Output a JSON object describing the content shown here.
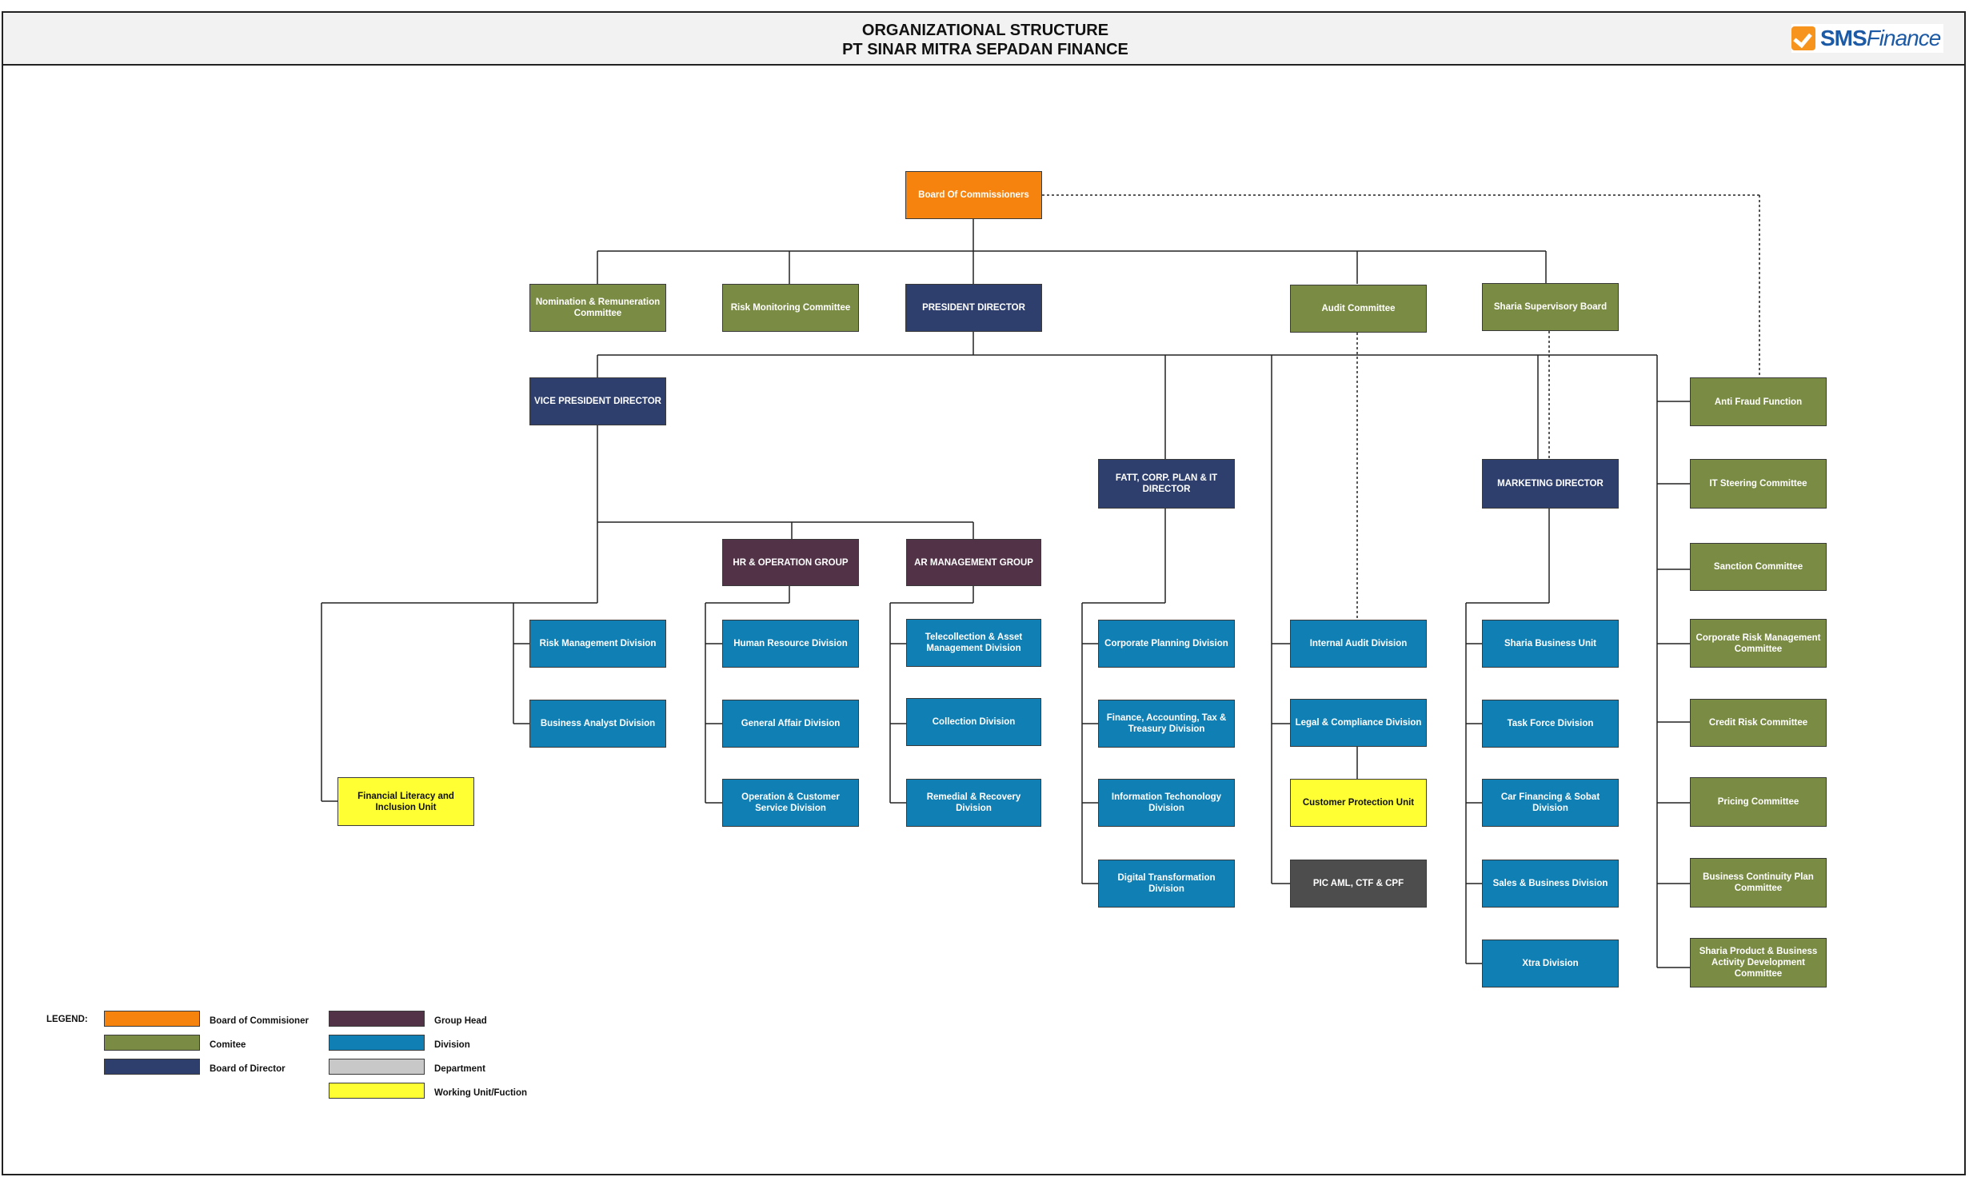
{
  "header": {
    "title_line1": "ORGANIZATIONAL STRUCTURE",
    "title_line2": "PT SINAR MITRA SEPADAN FINANCE",
    "logo_part1": "SMS",
    "logo_part2": "Finance"
  },
  "colors": {
    "board": "#f7830f",
    "committee": "#7a8c44",
    "director": "#2e3f6e",
    "group": "#523247",
    "division": "#0f7fb4",
    "department": "#c8c8c8",
    "unit": "#ffff33",
    "pic": "#4d4d4d"
  },
  "nodes": {
    "board_of_commissioners": "Board Of Commissioners",
    "nomination_remuneration": "Nomination & Remuneration Committee",
    "risk_monitoring": "Risk Monitoring Committee",
    "president_director": "PRESIDENT DIRECTOR",
    "audit_committee": "Audit Committee",
    "sharia_supervisory": "Sharia Supervisory Board",
    "vice_president_director": "VICE PRESIDENT DIRECTOR",
    "fatt_director": "FATT, CORP. PLAN & IT DIRECTOR",
    "marketing_director": "MARKETING DIRECTOR",
    "hr_operation_group": "HR & OPERATION GROUP",
    "ar_management_group": "AR MANAGEMENT GROUP",
    "risk_management_division": "Risk Management Division",
    "business_analyst_division": "Business Analyst Division",
    "financial_literacy_unit": "Financial Literacy and Inclusion Unit",
    "human_resource_division": "Human Resource Division",
    "general_affair_division": "General Affair Division",
    "operation_customer_service": "Operation & Customer Service Division",
    "telecollection_asset": "Telecollection & Asset Management Division",
    "collection_division": "Collection Division",
    "remedial_recovery": "Remedial & Recovery Division",
    "corporate_planning": "Corporate Planning Division",
    "finance_accounting": "Finance, Accounting, Tax & Treasury Division",
    "information_technology": "Information Techonology Division",
    "digital_transformation": "Digital Transformation Division",
    "internal_audit": "Internal Audit Division",
    "legal_compliance": "Legal & Compliance Division",
    "customer_protection": "Customer Protection Unit",
    "pic_aml": "PIC AML, CTF & CPF",
    "sharia_business_unit": "Sharia Business Unit",
    "task_force": "Task Force Division",
    "car_financing": "Car Financing & Sobat Division",
    "sales_business": "Sales & Business Division",
    "xtra_division": "Xtra Division",
    "anti_fraud": "Anti Fraud Function",
    "it_steering": "IT Steering Committee",
    "sanction_committee": "Sanction Committee",
    "corporate_risk": "Corporate Risk Management Committee",
    "credit_risk": "Credit Risk Committee",
    "pricing_committee": "Pricing Committee",
    "business_continuity": "Business Continuity Plan Committee",
    "sharia_product": "Sharia Product & Business Activity Development Committee"
  },
  "legend": {
    "title": "LEGEND:",
    "items": [
      {
        "label": "Board of Commisioner",
        "color": "#f7830f"
      },
      {
        "label": "Comitee",
        "color": "#7a8c44"
      },
      {
        "label": "Board of Director",
        "color": "#2e3f6e"
      },
      {
        "label": "Group Head",
        "color": "#523247"
      },
      {
        "label": "Division",
        "color": "#0f7fb4"
      },
      {
        "label": "Department",
        "color": "#c8c8c8"
      },
      {
        "label": "Working Unit/Fuction",
        "color": "#ffff33"
      }
    ]
  }
}
